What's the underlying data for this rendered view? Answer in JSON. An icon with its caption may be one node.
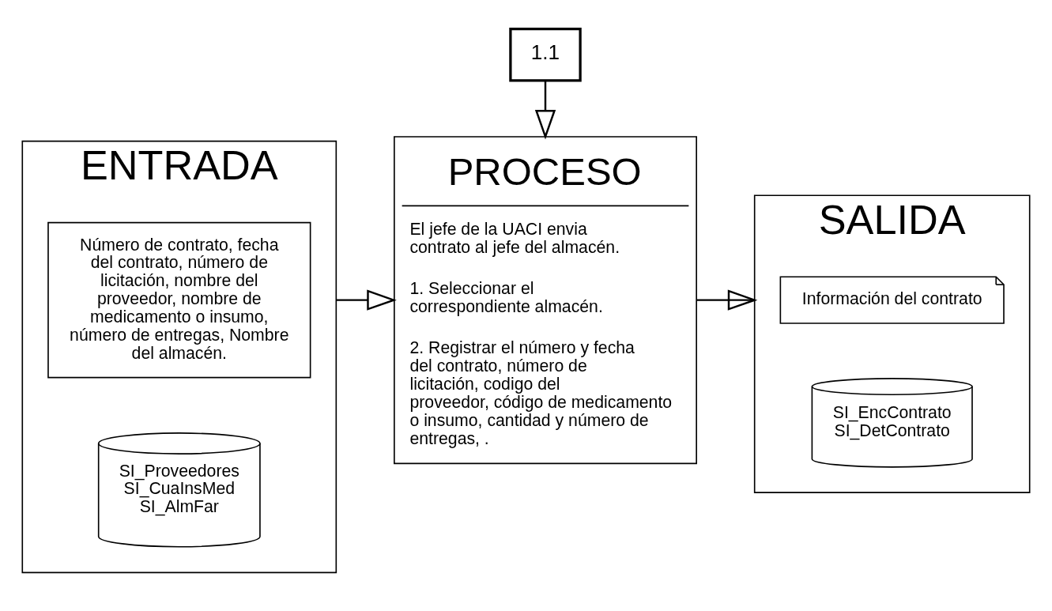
{
  "diagram": {
    "nodes": [
      {
        "text": [
          "1.1"
        ]
      },
      {
        "text": [
          "ENTRADA"
        ]
      },
      {
        "text": [
          "Número de contrato, fecha del contrato, número de licitación, nombre del proveedor, nombre de medicamento o insumo, número de entregas, Nombre del almacén."
        ],
        "in": 1
      },
      {
        "text": [
          "SI_Proveedores SI_CuaInsMed SI_AlmFar"
        ],
        "in": 1
      },
      {
        "text": [
          "PROCESO",
          "El jefe de la UACI envia contrato al jefe del almacén.",
          "1. Seleccionar el correspondiente almacén.",
          "2. Registrar el número y fecha del contrato, número de licitación, codigo del proveedor, código de medicamento o insumo, cantidad y número de entregas, ."
        ]
      },
      {
        "text": [
          "SALIDA"
        ]
      },
      {
        "text": [
          "Información del contrato"
        ],
        "in": 5
      },
      {
        "text": [
          "SI_EncContrato SI_DetContrato"
        ],
        "in": 5
      }
    ],
    "edges": [
      {
        "from": 0,
        "to": 4,
        "arrow": "to"
      },
      {
        "from": 1,
        "to": 4,
        "arrow": "to"
      },
      {
        "from": 4,
        "to": 5,
        "arrow": "to"
      }
    ]
  }
}
